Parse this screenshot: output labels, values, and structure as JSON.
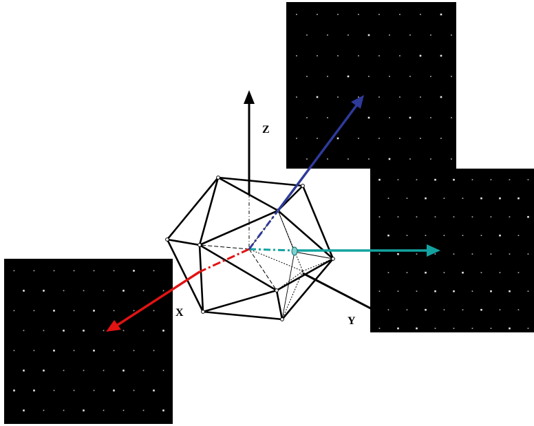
{
  "axes": {
    "x_label": "X",
    "y_label": "Y",
    "z_label": "Z"
  },
  "colors": {
    "background": "#ffffff",
    "panel": "#000000",
    "spot": "#e8e8e8",
    "x_arrow": "#e21313",
    "y_arrow": "#12a3a0",
    "diag_arrow": "#2e3a9a",
    "edges": "#000000"
  },
  "panels": [
    {
      "id": "top",
      "caption": ""
    },
    {
      "id": "right",
      "caption": ""
    },
    {
      "id": "left",
      "caption": ""
    }
  ]
}
